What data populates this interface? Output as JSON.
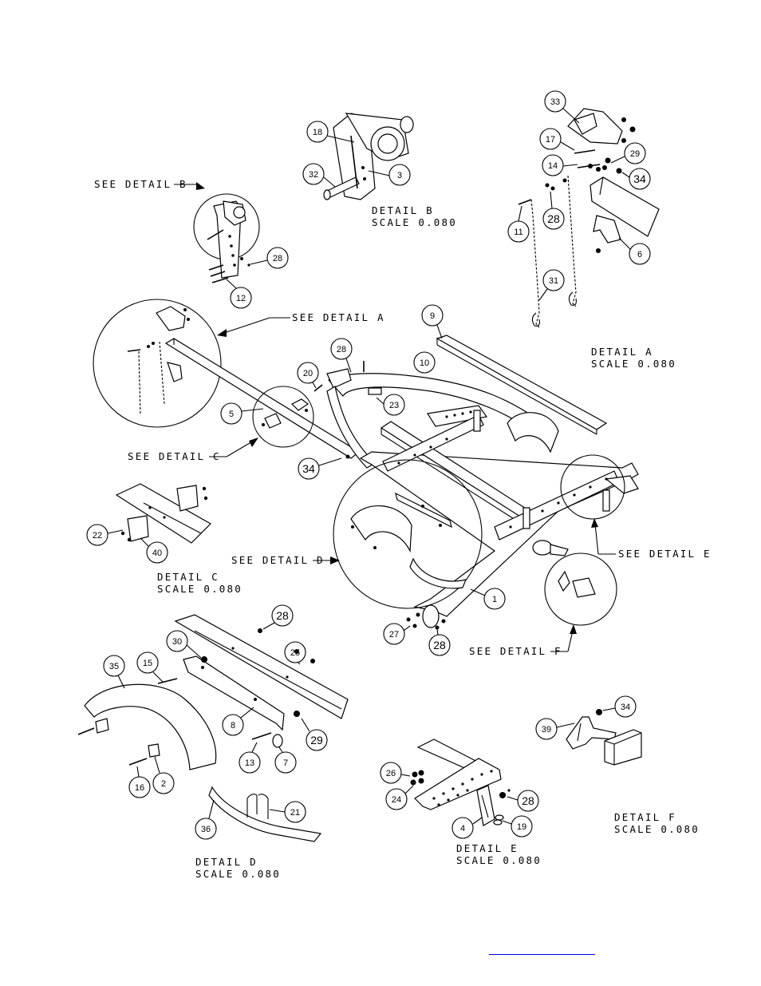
{
  "callouts": {
    "see_detail_b": "SEE DETAIL  B",
    "see_detail_a": "SEE DETAIL  A",
    "see_detail_c": "SEE DETAIL  C",
    "see_detail_d": "SEE DETAIL  D",
    "see_detail_e": "SEE DETAIL  E",
    "see_detail_f": "SEE DETAIL  F"
  },
  "detail_titles": {
    "a": {
      "name": "DETAIL  A",
      "scale": "SCALE  0.080"
    },
    "b": {
      "name": "DETAIL  B",
      "scale": "SCALE  0.080"
    },
    "c": {
      "name": "DETAIL  C",
      "scale": "SCALE  0.080"
    },
    "d": {
      "name": "DETAIL  D",
      "scale": "SCALE  0.080"
    },
    "e": {
      "name": "DETAIL  E",
      "scale": "SCALE  0.080"
    },
    "f": {
      "name": "DETAIL  F",
      "scale": "SCALE  0.080"
    }
  },
  "balloons": {
    "detail_b": [
      "18",
      "32",
      "3"
    ],
    "see_b": [
      "28",
      "12"
    ],
    "detail_a": [
      "33",
      "17",
      "14",
      "29",
      "34",
      "11",
      "28",
      "31",
      "6"
    ],
    "main": [
      "9",
      "28",
      "10",
      "20",
      "23",
      "5",
      "34",
      "1",
      "27",
      "28"
    ],
    "detail_c": [
      "22",
      "40"
    ],
    "detail_d": [
      "28",
      "30",
      "25",
      "35",
      "15",
      "8",
      "29",
      "13",
      "7",
      "16",
      "2",
      "21",
      "36"
    ],
    "detail_e": [
      "26",
      "24",
      "28",
      "4",
      "19"
    ],
    "detail_f": [
      "39",
      "34"
    ]
  },
  "footer_link": ""
}
